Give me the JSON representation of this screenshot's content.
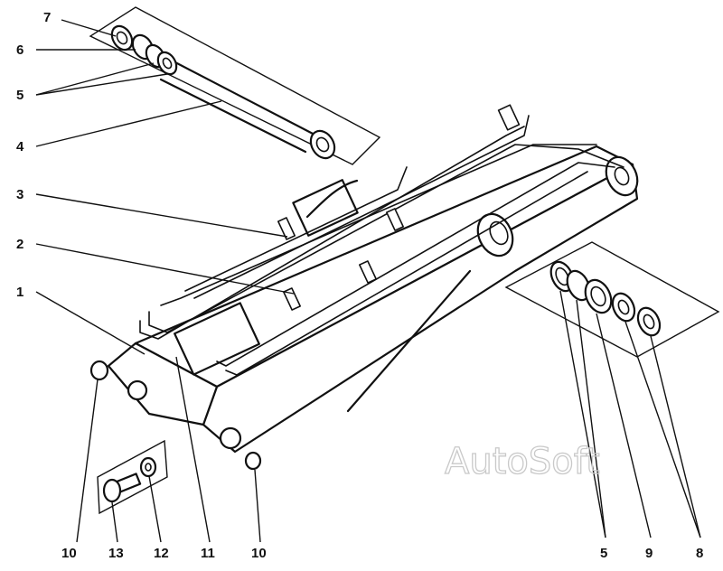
{
  "watermark": "AutoSoft",
  "callouts": {
    "c7": "7",
    "c6": "6",
    "c5a": "5",
    "c4": "4",
    "c3": "3",
    "c2": "2",
    "c1": "1",
    "c10a": "10",
    "c13": "13",
    "c12": "12",
    "c11": "11",
    "c10b": "10",
    "c5b": "5",
    "c9": "9",
    "c8": "8"
  }
}
